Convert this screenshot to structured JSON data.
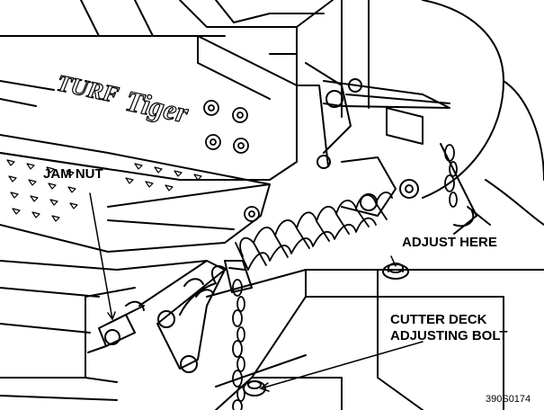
{
  "logo_text": "TURF Tiger",
  "callouts": {
    "jam_nut": "JAM NUT",
    "adjust_here": "ADJUST HERE",
    "cutter_deck_line1": "CUTTER DECK",
    "cutter_deck_line2": "ADJUSTING BOLT"
  },
  "figure_number": "390S0174"
}
